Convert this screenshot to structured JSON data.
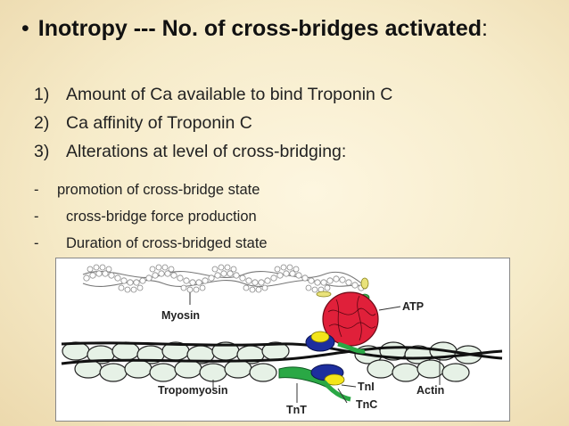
{
  "slide": {
    "bullet": "•",
    "title": "Inotropy --- No. of cross-bridges activated",
    "title_suffix": ":",
    "items": [
      {
        "num": "1)",
        "text": "Amount of Ca available to bind Troponin C"
      },
      {
        "num": "2)",
        "text": "Ca affinity of Troponin C"
      },
      {
        "num": "3)",
        "text": "Alterations at level of cross-bridging:"
      }
    ],
    "subitems": [
      {
        "dash": "-",
        "text": "promotion of cross-bridge state"
      },
      {
        "dash": "-",
        "text": "cross-bridge force production"
      },
      {
        "dash": "-",
        "text": "Duration of cross-bridged state"
      }
    ]
  },
  "figure": {
    "labels": {
      "myosin": "Myosin",
      "atp": "ATP",
      "tni": "TnI",
      "tropomyosin": "Tropomyosin",
      "actin": "Actin",
      "tnt": "TnT",
      "tnc": "TnC"
    },
    "colors": {
      "atp_head": "#e0203a",
      "troponin_blue": "#1d2e9e",
      "troponin_yellow": "#f3e51a",
      "troponin_green": "#2aa845",
      "actin_fill": "#e6f1e6"
    }
  }
}
